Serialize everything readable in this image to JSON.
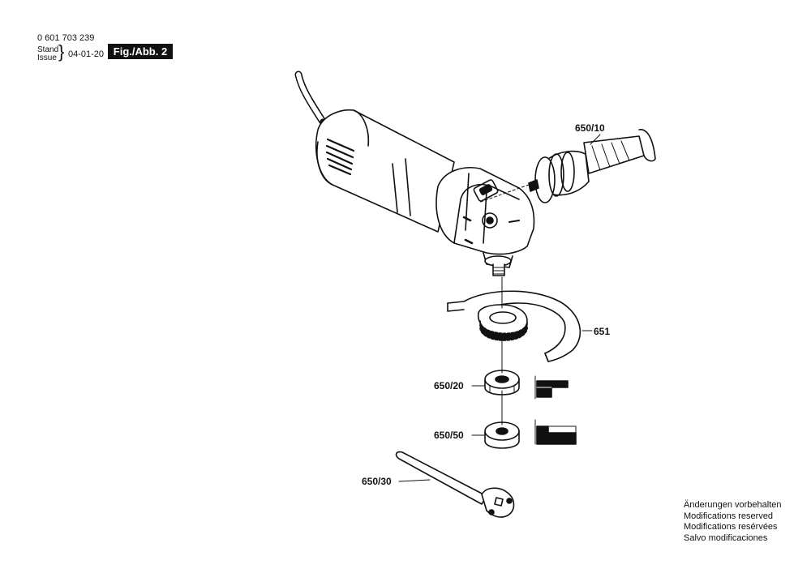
{
  "header": {
    "part_number": "0 601 703 239",
    "stand_label": "Stand",
    "issue_label": "Issue",
    "brace": "}",
    "date": "04-01-20",
    "figure_label": "Fig./Abb. 2"
  },
  "callouts": {
    "side_handle": "650/10",
    "guard": "651",
    "clamp_nut": "650/20",
    "mounting_flange": "650/50",
    "pin_spanner": "650/30"
  },
  "notes": [
    "Änderungen vorbehalten",
    "Modifications reserved",
    "Modifications resérvées",
    "Salvo modificaciones"
  ]
}
